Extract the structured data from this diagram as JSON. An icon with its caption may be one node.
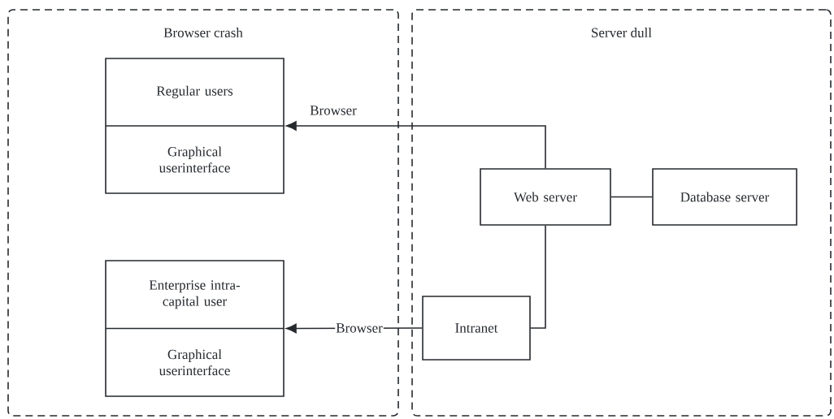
{
  "diagram": {
    "nodes": [
      {
        "text": [
          "Browser crash"
        ]
      },
      {
        "text": [
          "Regular users",
          "Graphical userinterface"
        ],
        "in": 0
      },
      {
        "text": [
          "Enterprise intra-capital user",
          "Graphical userinterface"
        ],
        "in": 0
      },
      {
        "text": [
          "Server dull"
        ]
      },
      {
        "text": [
          "Web server"
        ],
        "in": 3
      },
      {
        "text": [
          "Database server"
        ],
        "in": 3
      },
      {
        "text": [
          "Intranet"
        ],
        "in": 3
      }
    ],
    "edges": [
      {
        "from": 4,
        "to": 1,
        "arrow": "to",
        "label": "Browser"
      },
      {
        "from": 4,
        "to": 5,
        "arrow": "none"
      },
      {
        "from": 4,
        "to": 6,
        "arrow": "none"
      },
      {
        "from": 6,
        "to": 2,
        "arrow": "to",
        "label": "Browser"
      }
    ]
  }
}
